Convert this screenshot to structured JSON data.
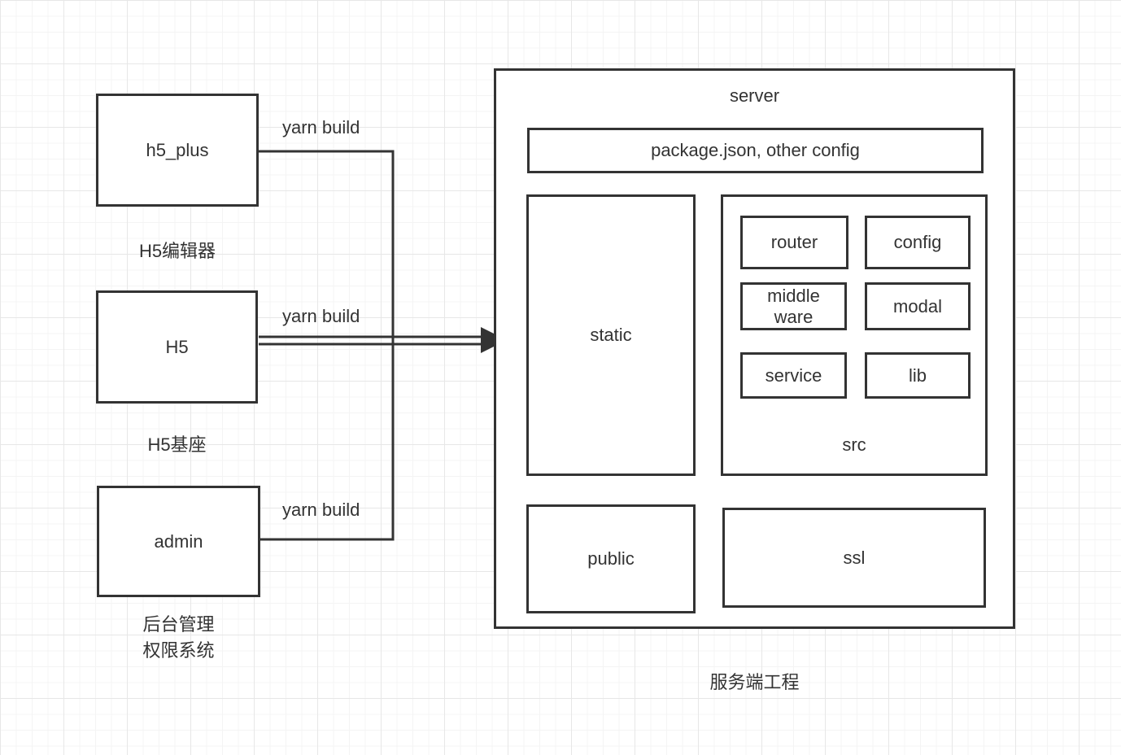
{
  "clients": [
    {
      "box_label": "h5_plus",
      "caption": "H5编辑器",
      "arrow_label": "yarn build"
    },
    {
      "box_label": "H5",
      "caption": "H5基座",
      "arrow_label": "yarn build"
    },
    {
      "box_label": "admin",
      "caption": "后台管理\n权限系统",
      "arrow_label": "yarn build"
    }
  ],
  "server": {
    "title": "server",
    "config_file_box": "package.json, other config",
    "static_box": "static",
    "src": {
      "label": "src",
      "modules": [
        "router",
        "config",
        "middle\nware",
        "modal",
        "service",
        "lib"
      ]
    },
    "public_box": "public",
    "ssl_box": "ssl",
    "caption": "服务端工程"
  }
}
